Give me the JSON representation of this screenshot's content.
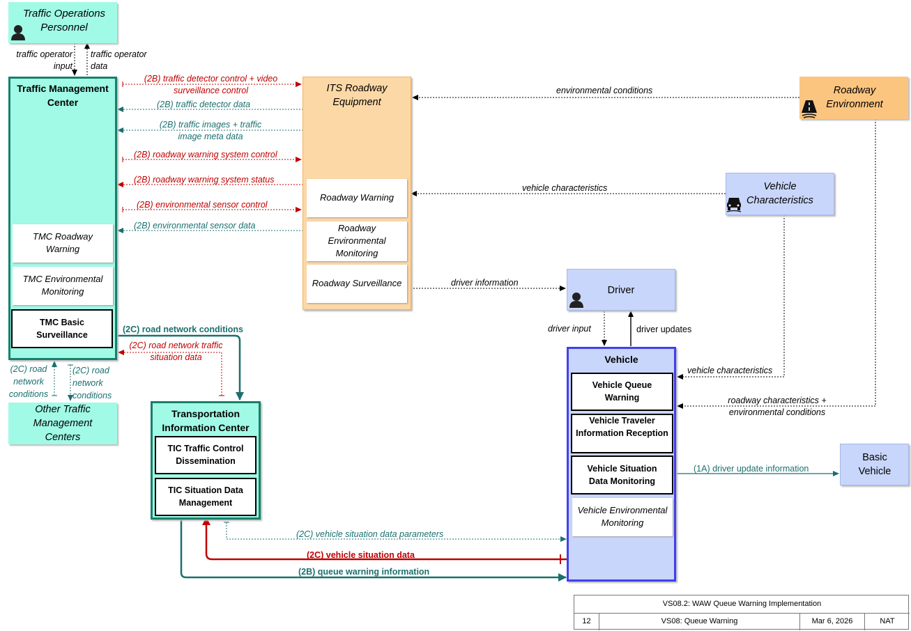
{
  "nodes": {
    "tops": "Traffic Operations Personnel",
    "tmc": "Traffic Management Center",
    "tmc_roadway_warning": "TMC Roadway Warning",
    "tmc_env_monitoring": "TMC Environmental Monitoring",
    "tmc_basic_surveillance": "TMC Basic Surveillance",
    "other_tmc": "Other Traffic Management Centers",
    "its_roadway": "ITS Roadway Equipment",
    "roadway_warning": "Roadway Warning",
    "roadway_env_monitoring": "Roadway Environmental Monitoring",
    "roadway_surveillance": "Roadway Surveillance",
    "roadway_environment": "Roadway Environment",
    "vehicle_characteristics": "Vehicle Characteristics",
    "driver": "Driver",
    "vehicle": "Vehicle",
    "vehicle_queue_warning": "Vehicle Queue Warning",
    "vehicle_traveler_info": "Vehicle Traveler Information Reception",
    "vehicle_situation_monitoring": "Vehicle Situation Data Monitoring",
    "vehicle_env_monitoring": "Vehicle Environmental Monitoring",
    "basic_vehicle": "Basic Vehicle",
    "tic": "Transportation Information Center",
    "tic_traffic_control": "TIC Traffic Control Dissemination",
    "tic_situation_mgmt": "TIC Situation Data Management"
  },
  "flows": {
    "traffic_operator_input": "traffic operator input",
    "traffic_operator_data": "traffic operator data",
    "detector_control": "(2B) traffic detector control + video surveillance control",
    "detector_data": "(2B) traffic detector data",
    "traffic_images": "(2B) traffic images + traffic image meta data",
    "rw_system_control": "(2B) roadway warning system control",
    "rw_system_status": "(2B) roadway warning system status",
    "env_sensor_control": "(2B) environmental sensor control",
    "env_sensor_data": "(2B) environmental sensor data",
    "environmental_conditions": "environmental conditions",
    "vehicle_characteristics_a": "vehicle characteristics",
    "driver_information": "driver information",
    "driver_input": "driver input",
    "driver_updates": "driver updates",
    "vehicle_characteristics_b": "vehicle characteristics",
    "roadway_char_env": "roadway characteristics + environmental conditions",
    "driver_update_info": "(1A) driver update information",
    "road_network_conditions_bold": "(2C) road network conditions",
    "road_network_traffic_situation": "(2C) road network traffic situation data",
    "rnc_left": "(2C) road network conditions",
    "rnc_right": "(2C) road network conditions",
    "vehicle_situation_params": "(2C) vehicle situation data parameters",
    "vehicle_situation_data": "(2C) vehicle situation data",
    "queue_warning_info": "(2B) queue warning information"
  },
  "title_block": {
    "title": "VS08.2: WAW Queue Warning Implementation",
    "number": "12",
    "subtitle": "VS08: Queue Warning",
    "date": "Mar 6, 2026",
    "scope": "NAT"
  },
  "colors": {
    "teal_fill": "#a0fae6",
    "teal_border": "#17806c",
    "orange_fill": "#fcd8a6",
    "orange_border": "#f2b060",
    "blue_fill": "#c9d6fb",
    "blue_border": "#a7b8e8",
    "vehicle_border": "#4040ee",
    "red_flow": "#c00000",
    "teal_flow": "#1b6f6f"
  }
}
